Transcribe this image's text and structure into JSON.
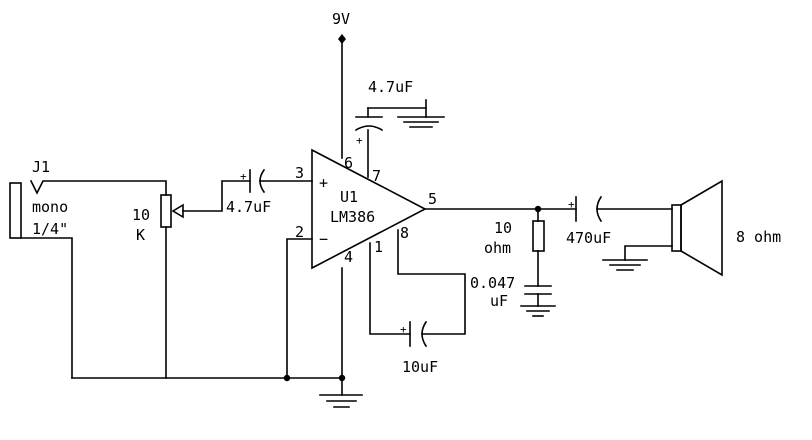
{
  "supply": {
    "label": "9V"
  },
  "jack": {
    "ref": "J1",
    "type_line1": "mono",
    "type_line2": "1/4\""
  },
  "pot": {
    "value_line1": "10",
    "value_line2": "K"
  },
  "input_cap": {
    "value": "4.7uF"
  },
  "bypass_cap": {
    "value": "4.7uF"
  },
  "amp": {
    "ref": "U1",
    "part": "LM386",
    "pin_plus": "+",
    "pin_minus": "−",
    "pins": {
      "p2": "2",
      "p3": "3",
      "p4": "4",
      "p5": "5",
      "p6": "6",
      "p7": "7",
      "p1": "1",
      "p8": "8"
    }
  },
  "gain_cap": {
    "value": "10uF"
  },
  "zobel_resistor": {
    "value_line1": "10",
    "value_line2": "ohm"
  },
  "zobel_cap": {
    "value_line1": "0.047",
    "value_line2": "uF"
  },
  "output_cap": {
    "value": "470uF"
  },
  "speaker": {
    "value": "8 ohm"
  },
  "polarity_mark": "+"
}
